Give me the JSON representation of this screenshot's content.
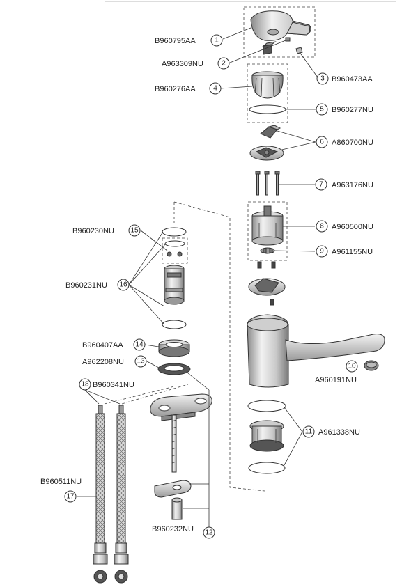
{
  "callouts": [
    {
      "num": "1",
      "code": "B960795AA"
    },
    {
      "num": "2",
      "code": "A963309NU"
    },
    {
      "num": "3",
      "code": "B960473AA"
    },
    {
      "num": "4",
      "code": "B960276AA"
    },
    {
      "num": "5",
      "code": "B960277NU"
    },
    {
      "num": "6",
      "code": "A860700NU"
    },
    {
      "num": "7",
      "code": "A963176NU"
    },
    {
      "num": "8",
      "code": "A960500NU"
    },
    {
      "num": "9",
      "code": "A961155NU"
    },
    {
      "num": "10",
      "code": "A960191NU"
    },
    {
      "num": "11",
      "code": "A961338NU"
    },
    {
      "num": "12",
      "code": "B960232NU"
    },
    {
      "num": "13",
      "code": "A962208NU"
    },
    {
      "num": "14",
      "code": "B960407AA"
    },
    {
      "num": "15",
      "code": "B960230NU"
    },
    {
      "num": "16",
      "code": "B960231NU"
    },
    {
      "num": "17",
      "code": "B960511NU"
    },
    {
      "num": "18",
      "code": "B960341NU"
    }
  ],
  "colors": {
    "line": "#333333",
    "fill_light": "#e8e8e8",
    "fill_mid": "#bdbdbd",
    "fill_dark": "#555555"
  }
}
